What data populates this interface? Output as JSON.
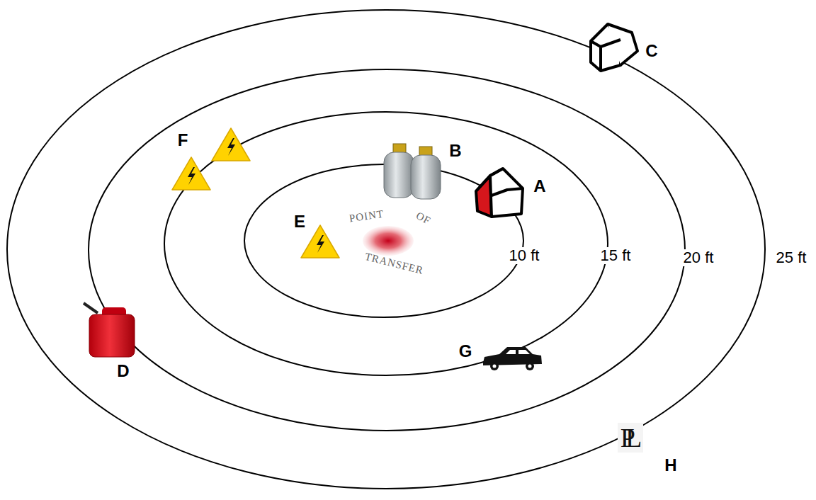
{
  "diagram": {
    "labels": [
      "C",
      "B",
      "A",
      "F",
      "E",
      "D",
      "G",
      "H",
      "10 ft",
      "15 ft",
      "20 ft",
      "25 ft",
      "POINT",
      "OF",
      "TRANSFER",
      "PL"
    ]
  }
}
